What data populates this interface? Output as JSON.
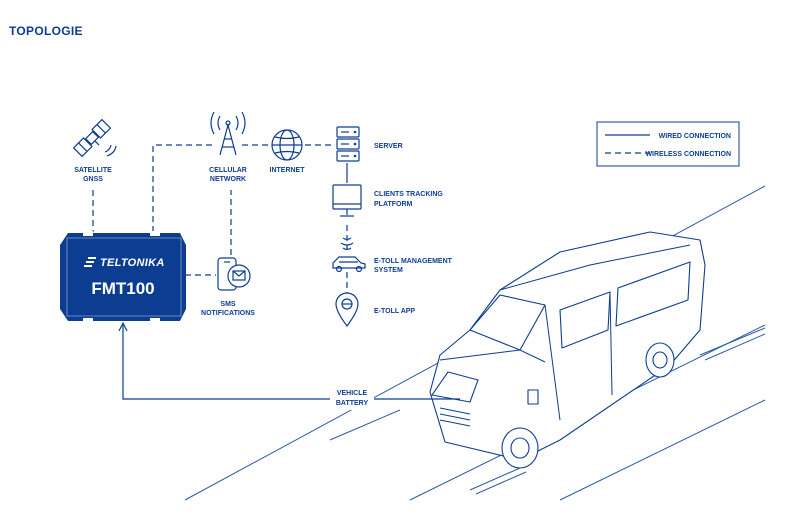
{
  "title": "TOPOLOGIE",
  "device": {
    "brand": "TELTONIKA",
    "model": "FMT100"
  },
  "nodes": {
    "satellite": [
      "SATELLITE",
      "GNSS"
    ],
    "cellular": [
      "CELLULAR",
      "NETWORK"
    ],
    "internet": "INTERNET",
    "server": "SERVER",
    "clients": [
      "CLIENTS TRACKING",
      "PLATFORM"
    ],
    "etoll_system": [
      "E-TOLL MANAGEMENT",
      "SYSTEM"
    ],
    "etoll_app": "E-TOLL APP",
    "sms": [
      "SMS",
      "NOTIFICATIONS"
    ],
    "battery": [
      "VEHICLE",
      "BATTERY"
    ]
  },
  "legend": {
    "wired": "WIRED CONNECTION",
    "wireless": "WIRELESS CONNECTION"
  },
  "colors": {
    "primary": "#0d3d91",
    "background": "#ffffff"
  }
}
